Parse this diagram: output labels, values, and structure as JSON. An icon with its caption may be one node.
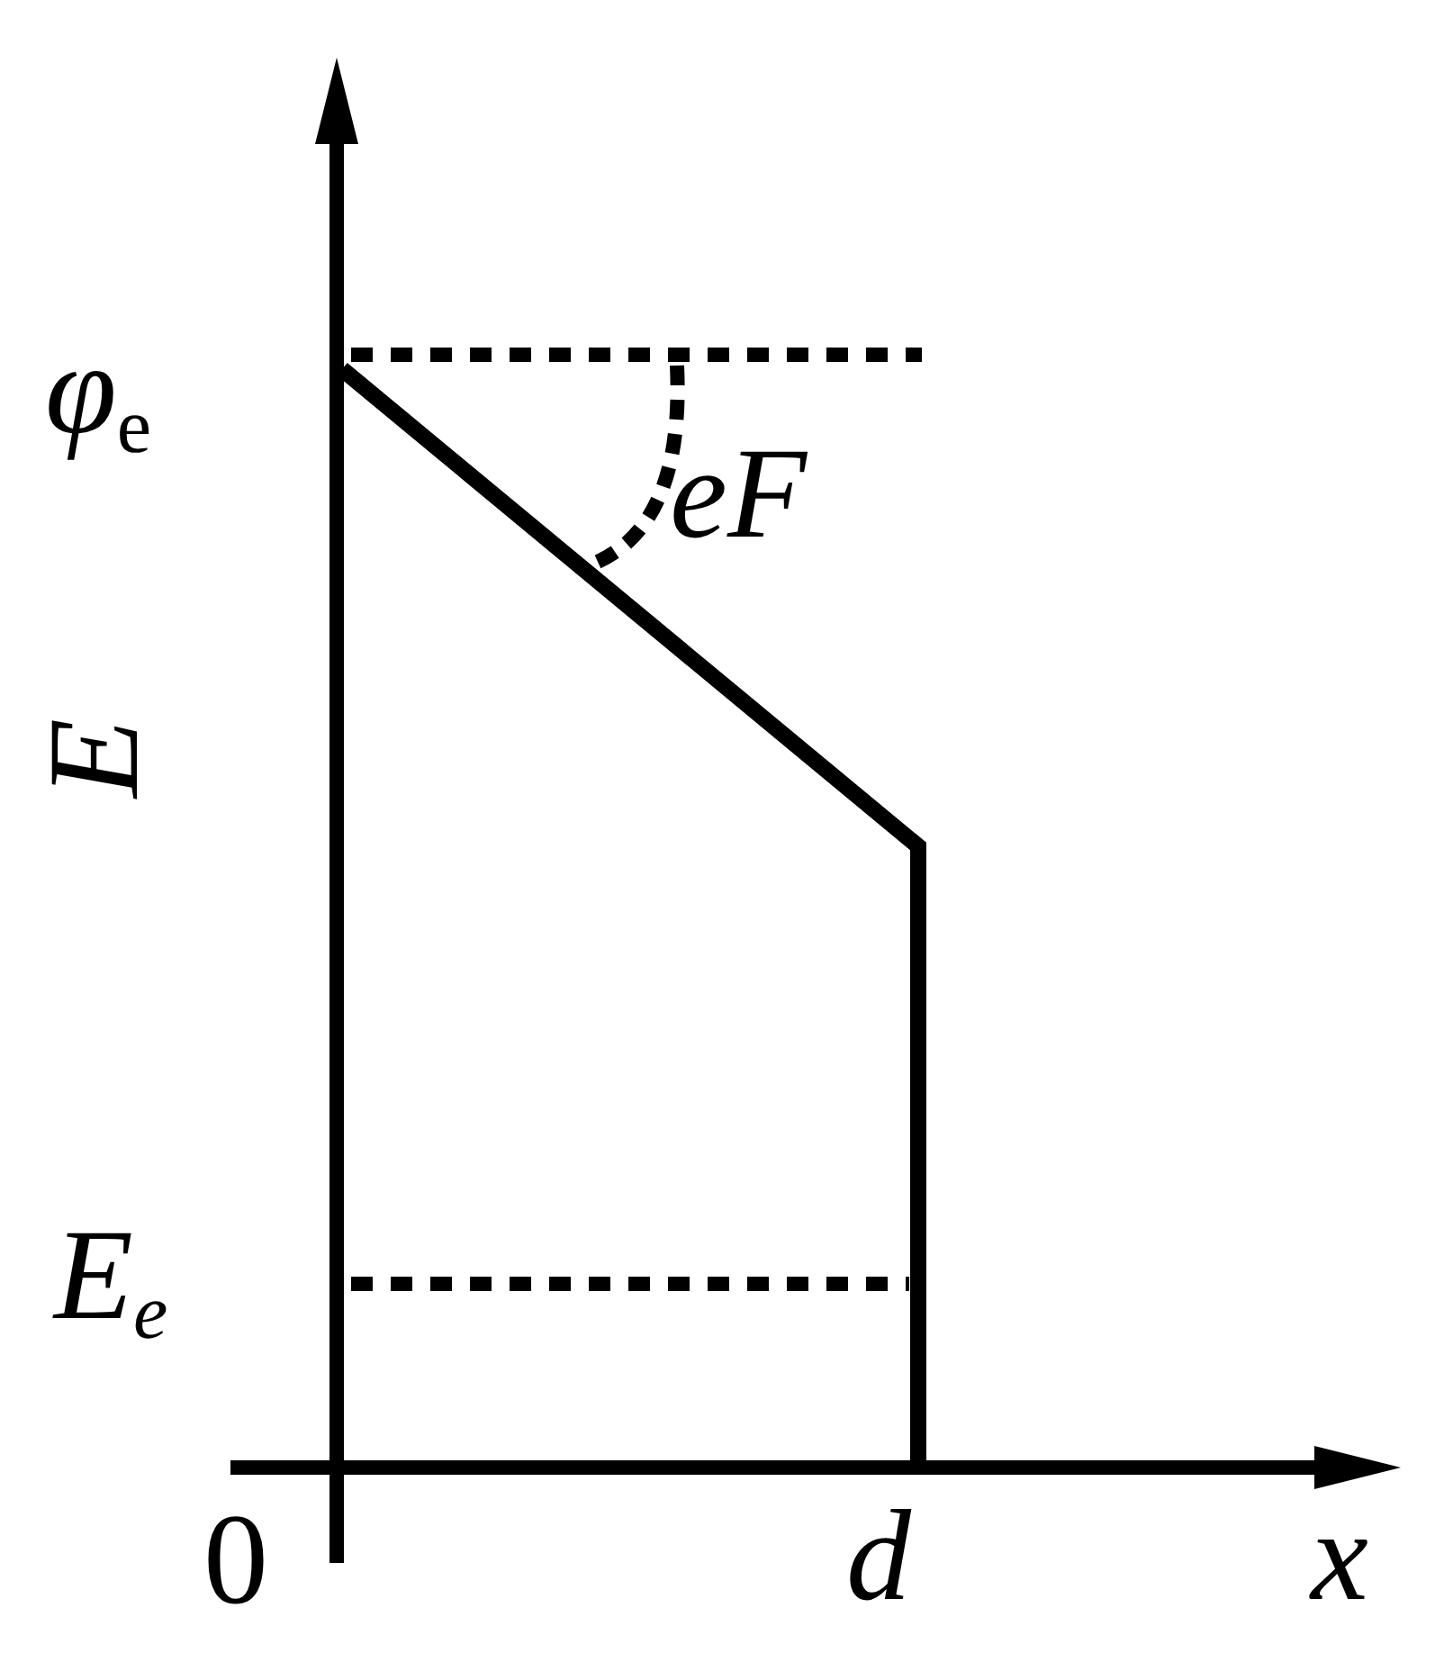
{
  "diagram": {
    "labels": [
      "*φ*$_{e}$",
      "eF",
      "E",
      "E$_{e}$",
      "0",
      "d",
      "x"
    ]
  }
}
